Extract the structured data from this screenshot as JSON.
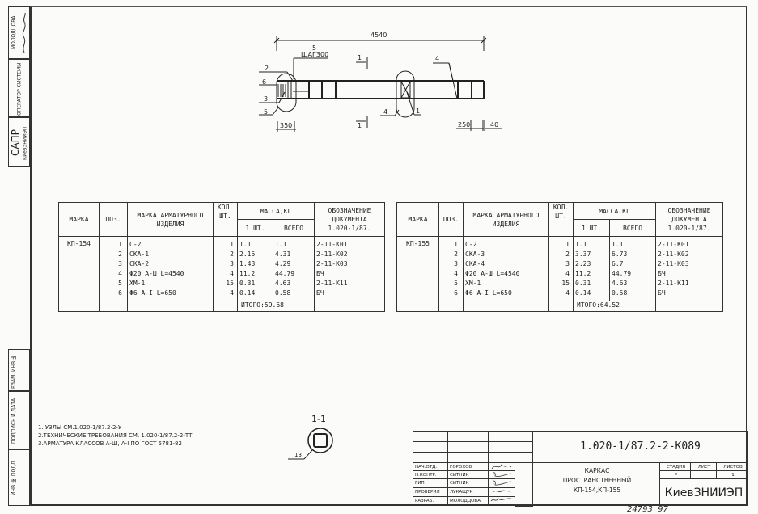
{
  "side_strip": {
    "name_top": "МОЛОДЦОВА",
    "operator_label": "ОПЕРАТОР СИСТЕМЫ",
    "sapr": "САПР",
    "org": "КиевЗНИИЭП",
    "inv_vzam": "ВЗАМ. ИНВ №",
    "sign_date": "ПОДПИСЬ И ДАТА",
    "inv_podl": "ИНВ № ПОДЛ"
  },
  "drawing": {
    "length": "4540",
    "spacing_label": "ШАГ300",
    "pos_labels": [
      "2",
      "6",
      "3",
      "5",
      "5",
      "4",
      "1",
      "4"
    ],
    "section_mark": "1",
    "dim_350": "350",
    "dim_250": "250",
    "dim_40": "40",
    "section_title": "1-1",
    "section_pos": "13"
  },
  "tables": [
    {
      "headers": {
        "marka": "МАРКА",
        "poz": "ПОЗ.",
        "item": "МАРКА АРМАТУРНОГО ИЗДЕЛИЯ",
        "qty": "КОЛ. ШТ.",
        "mass": "МАССА,КГ",
        "one": "1 ШТ.",
        "total": "ВСЕГО",
        "doc": "ОБОЗНАЧЕНИЕ ДОКУМЕНТА",
        "doc_code": "1.020-1/87."
      },
      "marka": "КП-154",
      "rows": [
        {
          "poz": "1",
          "item": "С-2",
          "qty": "1",
          "one": "1.1",
          "total": "1.1",
          "doc": "2-11-К01"
        },
        {
          "poz": "2",
          "item": "СКА-1",
          "qty": "2",
          "one": "2.15",
          "total": "4.31",
          "doc": "2-11-К02"
        },
        {
          "poz": "3",
          "item": "СКА-2",
          "qty": "3",
          "one": "1.43",
          "total": "4.29",
          "doc": "2-11-К03"
        },
        {
          "poz": "4",
          "item": "Φ20 А-Ш L=4540",
          "qty": "4",
          "one": "11.2",
          "total": "44.79",
          "doc": "БЧ"
        },
        {
          "poz": "5",
          "item": "ХМ-1",
          "qty": "15",
          "one": "0.31",
          "total": "4.63",
          "doc": "2-11-К11"
        },
        {
          "poz": "6",
          "item": "Φ6 А-I L=650",
          "qty": "4",
          "one": "0.14",
          "total": "0.58",
          "doc": "БЧ"
        }
      ],
      "total_label": "ИТОГО:59.68"
    },
    {
      "headers": {
        "marka": "МАРКА",
        "poz": "ПОЗ.",
        "item": "МАРКА АРМАТУРНОГО ИЗДЕЛИЯ",
        "qty": "КОЛ. ШТ.",
        "mass": "МАССА,КГ",
        "one": "1 ШТ.",
        "total": "ВСЕГО",
        "doc": "ОБОЗНАЧЕНИЕ ДОКУМЕНТА",
        "doc_code": "1.020-1/87."
      },
      "marka": "КП-155",
      "rows": [
        {
          "poz": "1",
          "item": "С-2",
          "qty": "1",
          "one": "1.1",
          "total": "1.1",
          "doc": "2-11-К01"
        },
        {
          "poz": "2",
          "item": "СКА-3",
          "qty": "2",
          "one": "3.37",
          "total": "6.73",
          "doc": "2-11-К02"
        },
        {
          "poz": "3",
          "item": "СКА-4",
          "qty": "3",
          "one": "2.23",
          "total": "6.7",
          "doc": "2-11-К03"
        },
        {
          "poz": "4",
          "item": "Φ20 А-Ш L=4540",
          "qty": "4",
          "one": "11.2",
          "total": "44.79",
          "doc": "БЧ"
        },
        {
          "poz": "5",
          "item": "ХМ-1",
          "qty": "15",
          "one": "0.31",
          "total": "4.63",
          "doc": "2-11-К11"
        },
        {
          "poz": "6",
          "item": "Φ6 А-I L=650",
          "qty": "4",
          "one": "0.14",
          "total": "0.58",
          "doc": "БЧ"
        }
      ],
      "total_label": "ИТОГО:64.52"
    }
  ],
  "notes": [
    "1. УЗЛЫ СМ.1.020-1/87.2-2-У",
    "2.ТЕХНИЧЕСКИЕ ТРЕБОВАНИЯ СМ. 1.020-1/87.2-2-ТТ",
    "3.АРМАТУРА КЛАССОВ А-Ш, А-I ПО ГОСТ 5781-82"
  ],
  "title_block": {
    "code": "1.020-1/87.2-2-К089",
    "roles": [
      {
        "role": "НАЧ.ОТД.",
        "name": "ГОРОХОВ"
      },
      {
        "role": "Н.КОНТР.",
        "name": "СИТНИК"
      },
      {
        "role": "ГИП",
        "name": "СИТНИК"
      },
      {
        "role": "ПРОВЕРИЛ",
        "name": "ЛУКАЩУК"
      },
      {
        "role": "РАЗРАБ.",
        "name": "МОЛОДЦОВА"
      }
    ],
    "title_lines": [
      "КАРКАС",
      "ПРОСТРАНСТВЕННЫЙ",
      "КП-154,КП-155"
    ],
    "stage_label": "СТАДИЯ",
    "sheet_label": "ЛИСТ",
    "sheets_label": "ЛИСТОВ",
    "stage": "Р",
    "sheet": "",
    "sheets": "1",
    "org": "КиевЗНИИЭП"
  },
  "footer": {
    "number": "24793",
    "page": "97"
  }
}
